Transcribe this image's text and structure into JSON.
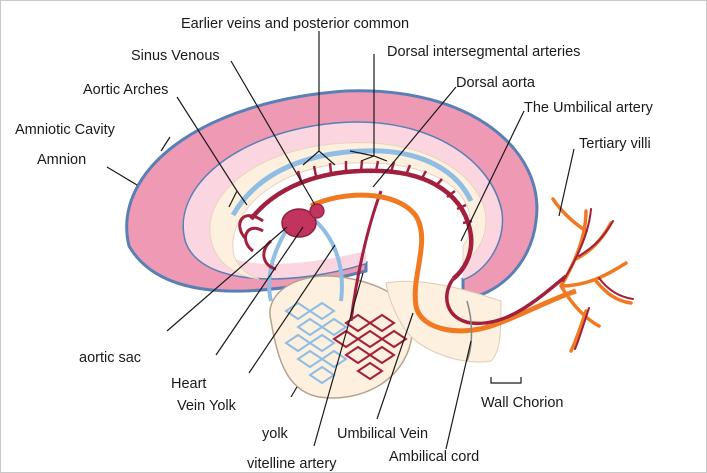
{
  "colors": {
    "amnion_outer": "#5a7fb5",
    "amniotic_cavity": "#ee9ab4",
    "embryo_body": "#fdf0df",
    "vein": "#8fbde3",
    "artery": "#a31f3e",
    "umbilical_vein": "#f07a22",
    "heart": "#c2345e",
    "yolk_outline": "#b8a28a"
  },
  "labels": {
    "earlier_veins": "Earlier veins and posterior common",
    "sinus_venous": "Sinus Venous",
    "dorsal_intersegmental": "Dorsal intersegmental arteries",
    "aortic_arches": "Aortic Arches",
    "dorsal_aorta": "Dorsal aorta",
    "umbilical_artery": "The Umbilical artery",
    "amniotic_cavity": "Amniotic Cavity",
    "tertiary_villi": "Tertiary villi",
    "amnion": "Amnion",
    "aortic_sac": "aortic sac",
    "heart": "Heart",
    "vein_yolk": "Vein Yolk",
    "wall_chorion": "Wall Chorion",
    "yolk": "yolk",
    "umbilical_vein": "Umbilical Vein",
    "ambilical_cord": "Ambilical cord",
    "vitelline_artery": "vitelline artery"
  }
}
